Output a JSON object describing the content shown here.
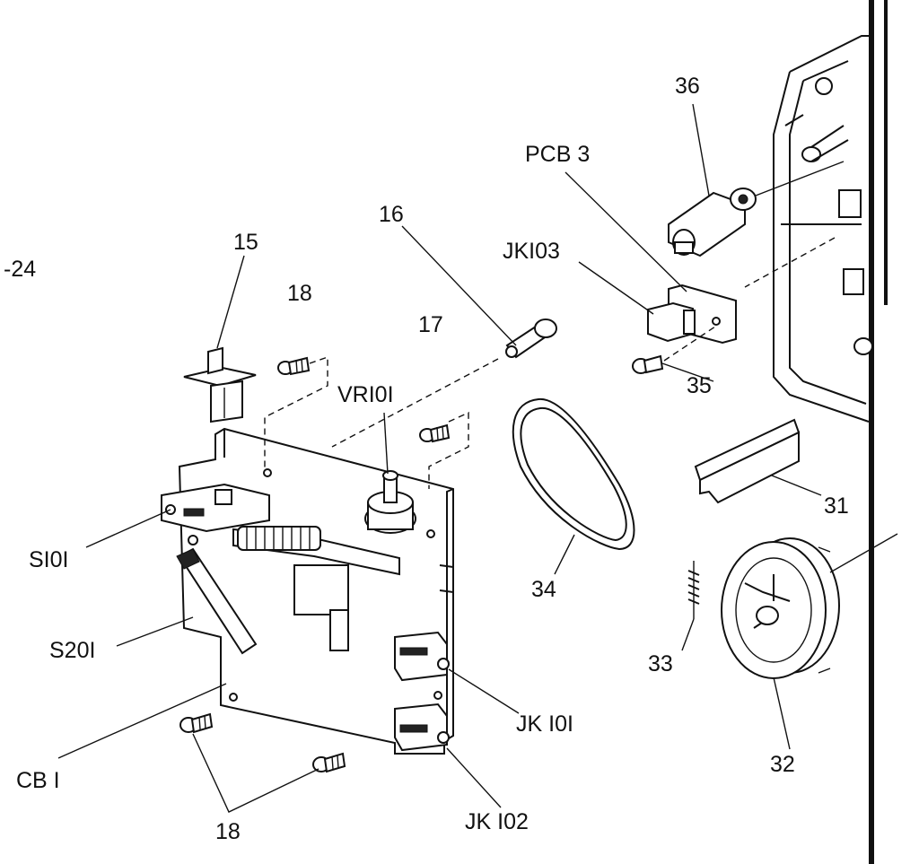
{
  "labels": {
    "l_24": "-24",
    "l_15": "15",
    "l_18a": "18",
    "l_17": "17",
    "l_16": "16",
    "l_vr101": "VRI0I",
    "l_s101": "SI0I",
    "l_s201": "S20I",
    "l_cb1": "CB I",
    "l_18b": "18",
    "l_jk101": "JK I0I",
    "l_jk102": "JK I02",
    "l_34": "34",
    "l_31": "31",
    "l_33": "33",
    "l_32": "32",
    "l_35": "35",
    "l_jk103": "JKI03",
    "l_pcb3": "PCB 3",
    "l_36": "36"
  }
}
